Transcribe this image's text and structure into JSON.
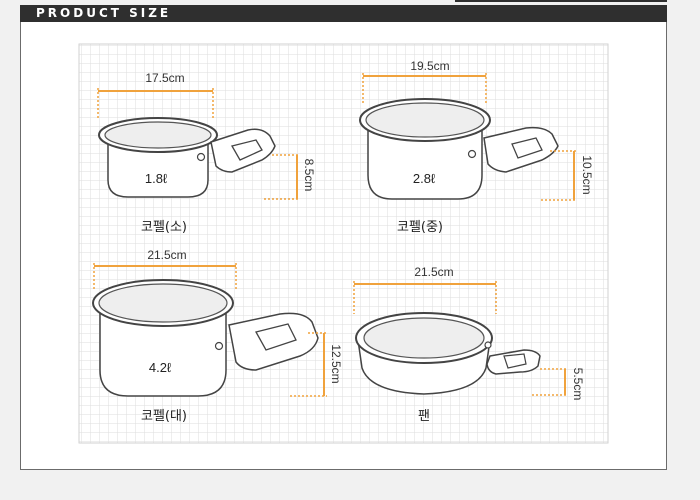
{
  "header": {
    "title": "PRODUCT SIZE"
  },
  "colors": {
    "dimension": "#f0a23c",
    "outline": "#444444",
    "grid": "#dcdcdc"
  },
  "items": [
    {
      "name": "코펠(소)",
      "volume": "1.8ℓ",
      "width": "17.5cm",
      "height": "8.5cm"
    },
    {
      "name": "코펠(중)",
      "volume": "2.8ℓ",
      "width": "19.5cm",
      "height": "10.5cm"
    },
    {
      "name": "코펠(대)",
      "volume": "4.2ℓ",
      "width": "21.5cm",
      "height": "12.5cm"
    },
    {
      "name": "팬",
      "volume": "",
      "width": "21.5cm",
      "height": "5.5cm"
    }
  ]
}
